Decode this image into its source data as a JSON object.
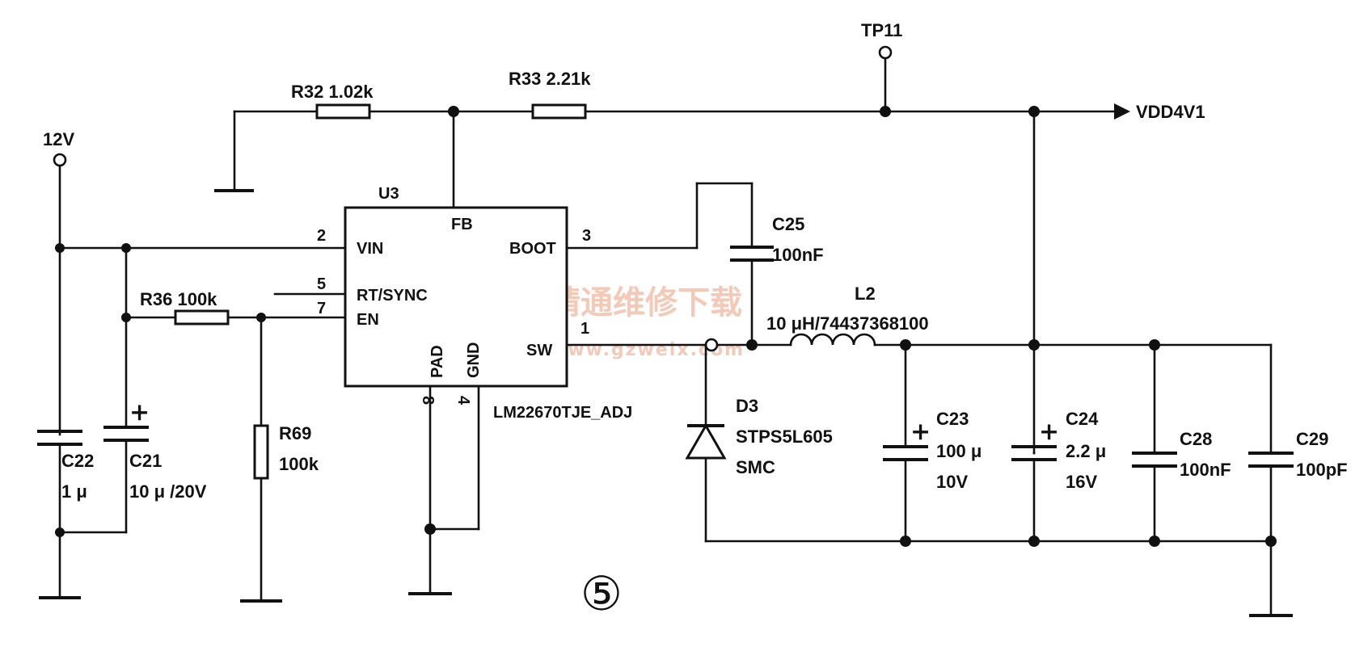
{
  "nets": {
    "vin": "12V",
    "tp": "TP11",
    "vout": "VDD4V1"
  },
  "ic": {
    "ref": "U3",
    "part": "LM22670TJE_ADJ",
    "pins": {
      "fb": "FB",
      "vin": "VIN",
      "vin_num": "2",
      "boot": "BOOT",
      "boot_num": "3",
      "rtsync": "RT/SYNC",
      "rtsync_num": "5",
      "en": "EN",
      "en_num": "7",
      "sw": "SW",
      "sw_num": "1",
      "pad": "PAD",
      "pad_num": "8",
      "gnd": "GND",
      "gnd_num": "4"
    }
  },
  "resistors": {
    "r32": "R32 1.02k",
    "r33": "R33 2.21k",
    "r36": "R36 100k",
    "r69_ref": "R69",
    "r69_val": "100k"
  },
  "capacitors": {
    "c22_ref": "C22",
    "c22_val": "1 μ",
    "c21_ref": "C21",
    "c21_val": "10 μ /20V",
    "c25_ref": "C25",
    "c25_val": "100nF",
    "c23_ref": "C23",
    "c23_val1": "100 μ",
    "c23_val2": "10V",
    "c24_ref": "C24",
    "c24_val1": "2.2 μ",
    "c24_val2": "16V",
    "c28_ref": "C28",
    "c28_val": "100nF",
    "c29_ref": "C29",
    "c29_val": "100pF"
  },
  "inductor": {
    "ref": "L2",
    "val": "10 μH/74437368100"
  },
  "diode": {
    "ref": "D3",
    "part": "STPS5L605",
    "pkg": "SMC"
  },
  "polarity_mark": "+",
  "figure_number": "⑤",
  "watermark": {
    "text": "精通维修下载",
    "url": "www.gzweix.com"
  }
}
